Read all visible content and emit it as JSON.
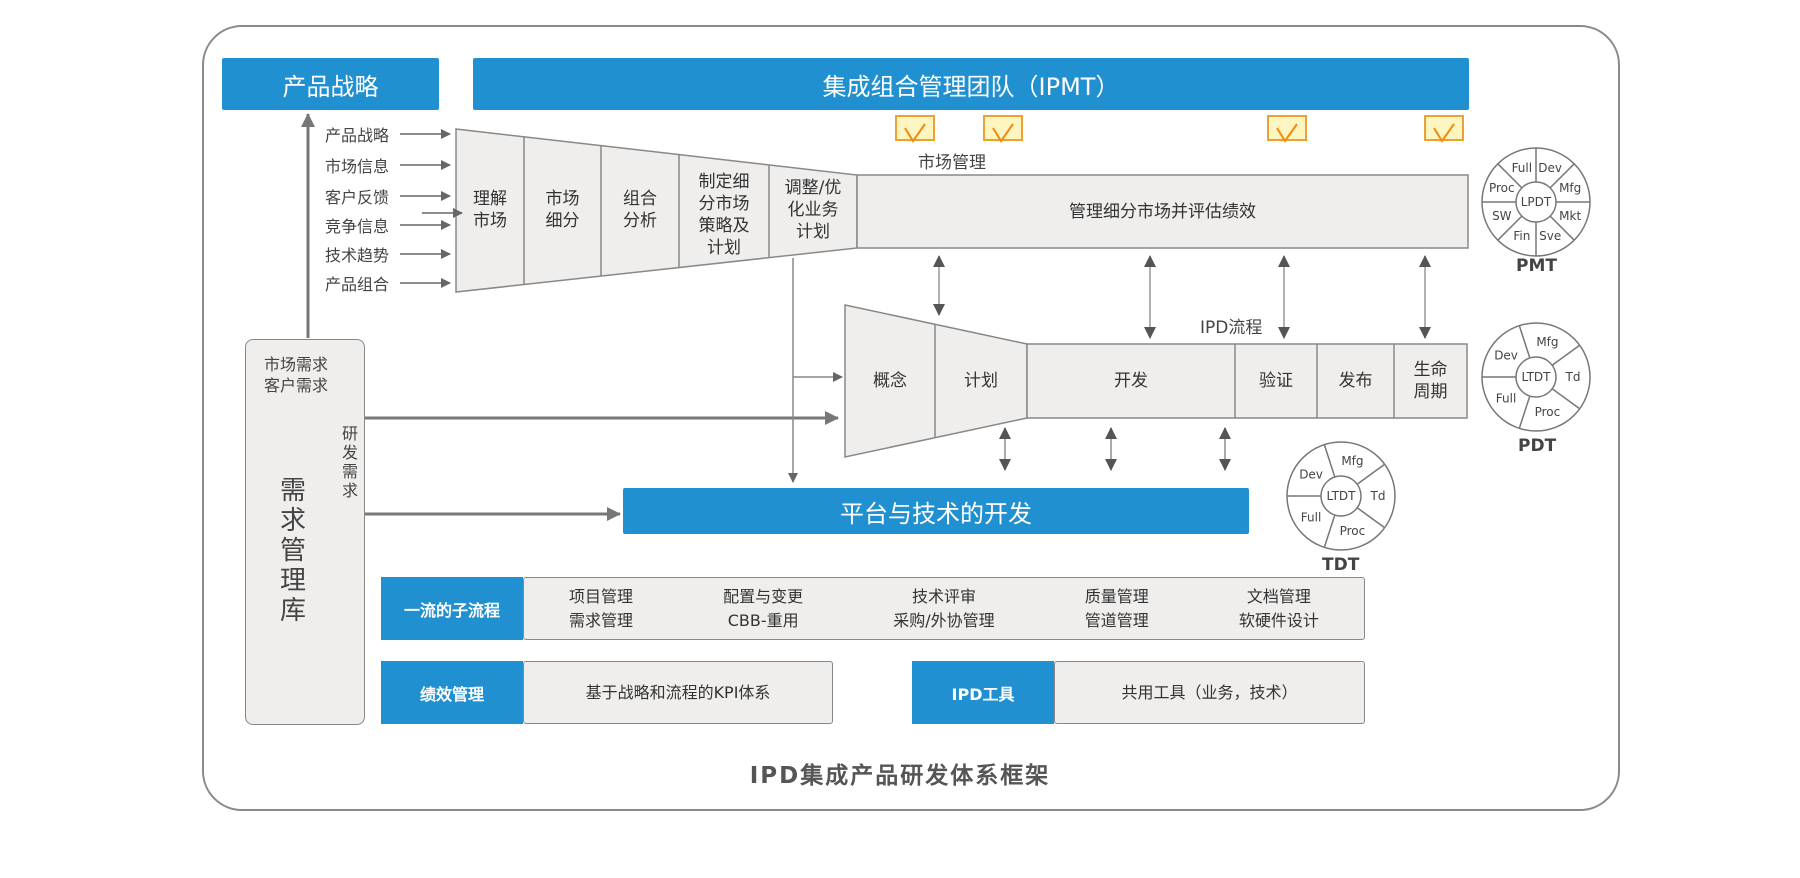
{
  "product_strategy": "产品战略",
  "ipmt": "集成组合管理团队（IPMT）",
  "market_management": "市场管理",
  "inputs": [
    "产品战略",
    "市场信息",
    "客户反馈",
    "竞争信息",
    "技术趋势",
    "产品组合"
  ],
  "market_steps": [
    {
      "label": "理解\n市场"
    },
    {
      "label": "市场\n细分"
    },
    {
      "label": "组合\n分析"
    },
    {
      "label": "制定细\n分市场\n策略及\n计划"
    },
    {
      "label": "调整/优\n化业务\n计划"
    }
  ],
  "manage_segment": "管理细分市场并评估绩效",
  "ipd_flow_label": "IPD流程",
  "ipd_steps": [
    "概念",
    "计划",
    "开发",
    "验证",
    "发布",
    "生命\n周期"
  ],
  "platform": "平台与技术的开发",
  "requirements": {
    "top": "市场需求\n客户需求",
    "side": "研\n发\n需\n求",
    "main": "需\n求\n管\n理\n库"
  },
  "subflow": {
    "label": "一流的子流程",
    "columns": [
      [
        "项目管理",
        "需求管理"
      ],
      [
        "配置与变更",
        "CBB-重用"
      ],
      [
        "技术评审",
        "采购/外协管理"
      ],
      [
        "质量管理",
        "管道管理"
      ],
      [
        "文档管理",
        "软硬件设计"
      ]
    ]
  },
  "performance": {
    "label": "绩效管理",
    "text": "基于战略和流程的KPI体系"
  },
  "tools": {
    "label": "IPD工具",
    "text": "共用工具（业务，技术）"
  },
  "teams": {
    "pmt": {
      "name": "PMT",
      "center": "LPDT",
      "segments": [
        "Dev",
        "Mfg",
        "Mkt",
        "Sve",
        "Fin",
        "SW",
        "Proc",
        "Full"
      ]
    },
    "pdt": {
      "name": "PDT",
      "center": "LTDT",
      "segments": [
        "Mfg",
        "Td",
        "Proc",
        "Full",
        "Dev"
      ]
    },
    "tdt": {
      "name": "TDT",
      "center": "LTDT",
      "segments": [
        "Mfg",
        "Td",
        "Proc",
        "Full",
        "Dev"
      ]
    }
  },
  "title": "IPD集成产品研发体系框架",
  "colors": {
    "blue": "#2090d0",
    "grey_fill": "#efeeed",
    "check_fill": "#fdf6c0",
    "check_stroke": "#f0a030"
  }
}
